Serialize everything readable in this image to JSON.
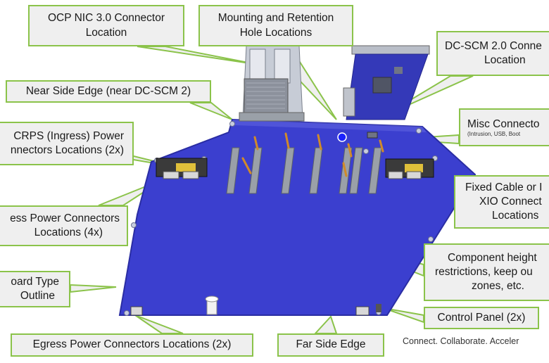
{
  "callouts": {
    "ocp_nic": [
      "OCP NIC 3.0 Connector",
      "Location"
    ],
    "mounting": [
      "Mounting and Retention",
      "Hole Locations"
    ],
    "dcscm": [
      "DC-SCM 2.0 Conne",
      "Location"
    ],
    "near_side": "Near Side Edge (near DC-SCM 2)",
    "crps": [
      "CRPS (Ingress) Power",
      "nnectors Locations (2x)"
    ],
    "misc": [
      "Misc Connecto",
      "(Intrusion, USB, Boot"
    ],
    "fixed_cable": [
      "Fixed Cable or I",
      "XIO Connect",
      "Locations"
    ],
    "ingress_power": [
      "ess Power Connectors",
      "Locations (4x)"
    ],
    "component": [
      "Component height",
      "restrictions, keep ou",
      "zones, etc."
    ],
    "board_type": [
      "oard Type",
      "Outline"
    ],
    "control_panel": "Control Panel (2x)",
    "egress_power": "Egress Power Connectors Locations (2x)",
    "far_side": "Far Side Edge"
  },
  "tagline": "Connect. Collaborate. Acceler",
  "colors": {
    "board": "#3b3fcf",
    "callout_fill": "#efefef",
    "callout_border": "#8bc34a",
    "slot": "#9aa0a8"
  }
}
